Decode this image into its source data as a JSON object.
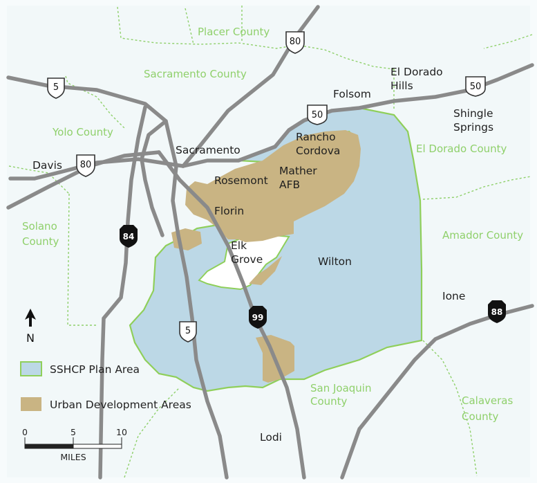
{
  "counties": [
    {
      "id": "placer",
      "label": "Placer County"
    },
    {
      "id": "sacramento",
      "label": "Sacramento County"
    },
    {
      "id": "yolo",
      "label": "Yolo County"
    },
    {
      "id": "solano1",
      "label": "Solano"
    },
    {
      "id": "solano2",
      "label": "County"
    },
    {
      "id": "eldorado",
      "label": "El Dorado County"
    },
    {
      "id": "amador",
      "label": "Amador County"
    },
    {
      "id": "sanjoaquin1",
      "label": "San Joaquin"
    },
    {
      "id": "sanjoaquin2",
      "label": "County"
    },
    {
      "id": "calaveras1",
      "label": "Calaveras"
    },
    {
      "id": "calaveras2",
      "label": "County"
    }
  ],
  "cities": [
    {
      "id": "davis",
      "label": "Davis"
    },
    {
      "id": "sacramento",
      "label": "Sacramento"
    },
    {
      "id": "folsom",
      "label": "Folsom"
    },
    {
      "id": "eldorado-hills-1",
      "label": "El Dorado"
    },
    {
      "id": "eldorado-hills-2",
      "label": "Hills"
    },
    {
      "id": "shingle-1",
      "label": "Shingle"
    },
    {
      "id": "shingle-2",
      "label": "Springs"
    },
    {
      "id": "rancho-1",
      "label": "Rancho"
    },
    {
      "id": "rancho-2",
      "label": "Cordova"
    },
    {
      "id": "mather-1",
      "label": "Mather"
    },
    {
      "id": "mather-2",
      "label": "AFB"
    },
    {
      "id": "rosemont",
      "label": "Rosemont"
    },
    {
      "id": "florin",
      "label": "Florin"
    },
    {
      "id": "elk-1",
      "label": "Elk"
    },
    {
      "id": "elk-2",
      "label": "Grove"
    },
    {
      "id": "wilton",
      "label": "Wilton"
    },
    {
      "id": "ione",
      "label": "Ione"
    },
    {
      "id": "lodi",
      "label": "Lodi"
    }
  ],
  "highways": {
    "i80_north": "80",
    "i80_west": "80",
    "i5_north": "5",
    "i5_south": "5",
    "us50_west": "50",
    "us50_east": "50",
    "sr84": "84",
    "sr99": "99",
    "sr88": "88"
  },
  "legend": {
    "plan_area": "SSHCP Plan Area",
    "urban_areas": "Urban Development Areas",
    "north": "N"
  },
  "scale": {
    "ticks": [
      "0",
      "5",
      "10"
    ],
    "unit": "MILES"
  },
  "colors": {
    "plan_area_fill": "#bcd8e6",
    "plan_area_border": "#8fcf5a",
    "urban_fill": "#c9b483",
    "road": "#8a8a8a",
    "county_line": "#8fd06b",
    "county_label": "#8fd06b"
  }
}
